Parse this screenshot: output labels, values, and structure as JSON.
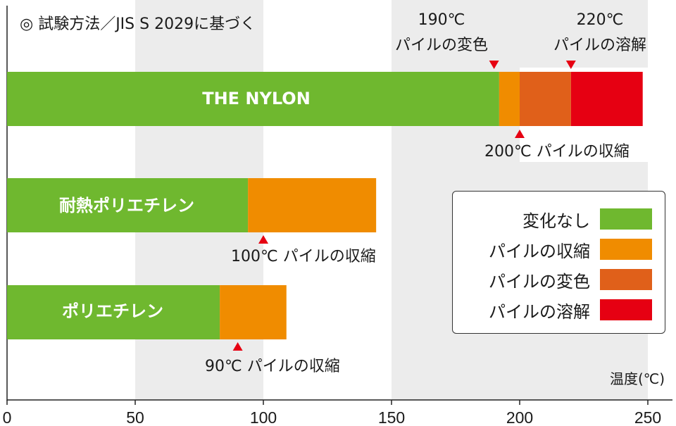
{
  "chart_data": {
    "type": "bar",
    "subtitle": "◎ 試験方法／JIS S 2029に基づく",
    "xlabel": "温度(℃)",
    "xlim": [
      0,
      262
    ],
    "xticks": [
      "0",
      "50",
      "100",
      "150",
      "200",
      "250"
    ],
    "bars": [
      {
        "name": "THE NYLON",
        "segments": [
          {
            "from": 0,
            "to": 192,
            "state": "変化なし"
          },
          {
            "from": 192,
            "to": 200,
            "state": "パイルの収縮"
          },
          {
            "from": 200,
            "to": 220,
            "state": "パイルの変色"
          },
          {
            "from": 220,
            "to": 248,
            "state": "パイルの溶解"
          }
        ]
      },
      {
        "name": "耐熱ポリエチレン",
        "segments": [
          {
            "from": 0,
            "to": 94,
            "state": "変化なし"
          },
          {
            "from": 94,
            "to": 144,
            "state": "パイルの収縮"
          }
        ]
      },
      {
        "name": "ポリエチレン",
        "segments": [
          {
            "from": 0,
            "to": 83,
            "state": "変化なし"
          },
          {
            "from": 83,
            "to": 109,
            "state": "パイルの収縮"
          }
        ]
      }
    ],
    "annotations": {
      "n190a": "190℃",
      "n190b": "パイルの変色",
      "n220a": "220℃",
      "n220b": "パイルの溶解",
      "n200": "200℃ パイルの収縮",
      "n100": "100℃ パイルの収縮",
      "n90": "90℃ パイルの収縮"
    },
    "legend": [
      {
        "label": "変化なし",
        "color": "#6fb82f"
      },
      {
        "label": "パイルの収縮",
        "color": "#f08c00"
      },
      {
        "label": "パイルの変色",
        "color": "#e0601a"
      },
      {
        "label": "パイルの溶解",
        "color": "#e60012"
      }
    ],
    "marker_color": "#e60012",
    "band_color": "#ececec"
  }
}
